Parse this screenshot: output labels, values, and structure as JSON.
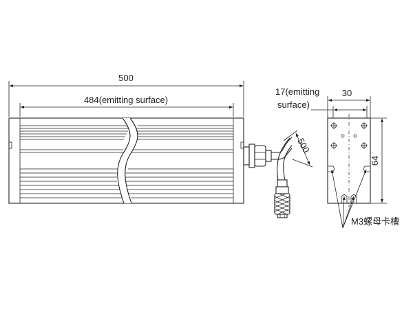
{
  "front_view": {
    "overall_length": "500",
    "emitting_length": "484(emitting surface)",
    "cable_length": "500"
  },
  "side_view": {
    "width": "30",
    "height": "64",
    "emitting_width_line1": "17(emitting",
    "emitting_width_line2": "surface)",
    "slot_label": "M3螺母卡槽"
  },
  "colors": {
    "line": "#222222",
    "background": "#ffffff"
  }
}
